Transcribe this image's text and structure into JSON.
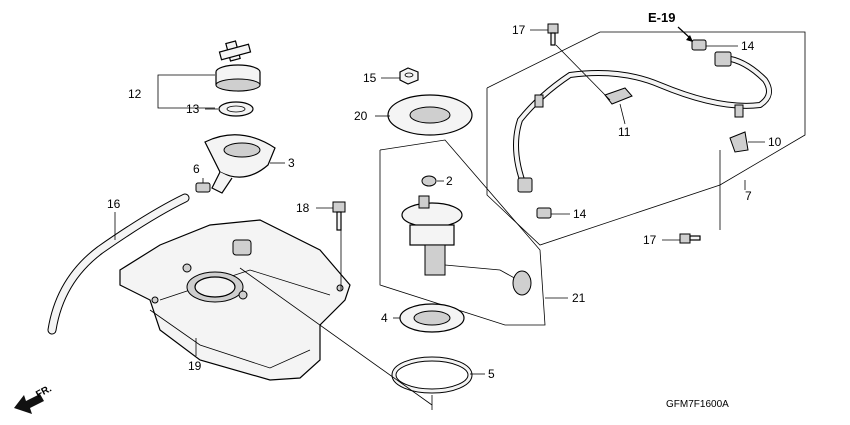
{
  "diagram": {
    "reference": "E-19",
    "drawing_code": "GFM7F1600A",
    "front_label": "FR."
  },
  "callouts": {
    "c2": "2",
    "c3": "3",
    "c4": "4",
    "c5": "5",
    "c6": "6",
    "c7": "7",
    "c10": "10",
    "c11": "11",
    "c12": "12",
    "c13": "13",
    "c14a": "14",
    "c14b": "14",
    "c15": "15",
    "c16": "16",
    "c17a": "17",
    "c17b": "17",
    "c18": "18",
    "c19": "19",
    "c20": "20",
    "c21": "21"
  }
}
